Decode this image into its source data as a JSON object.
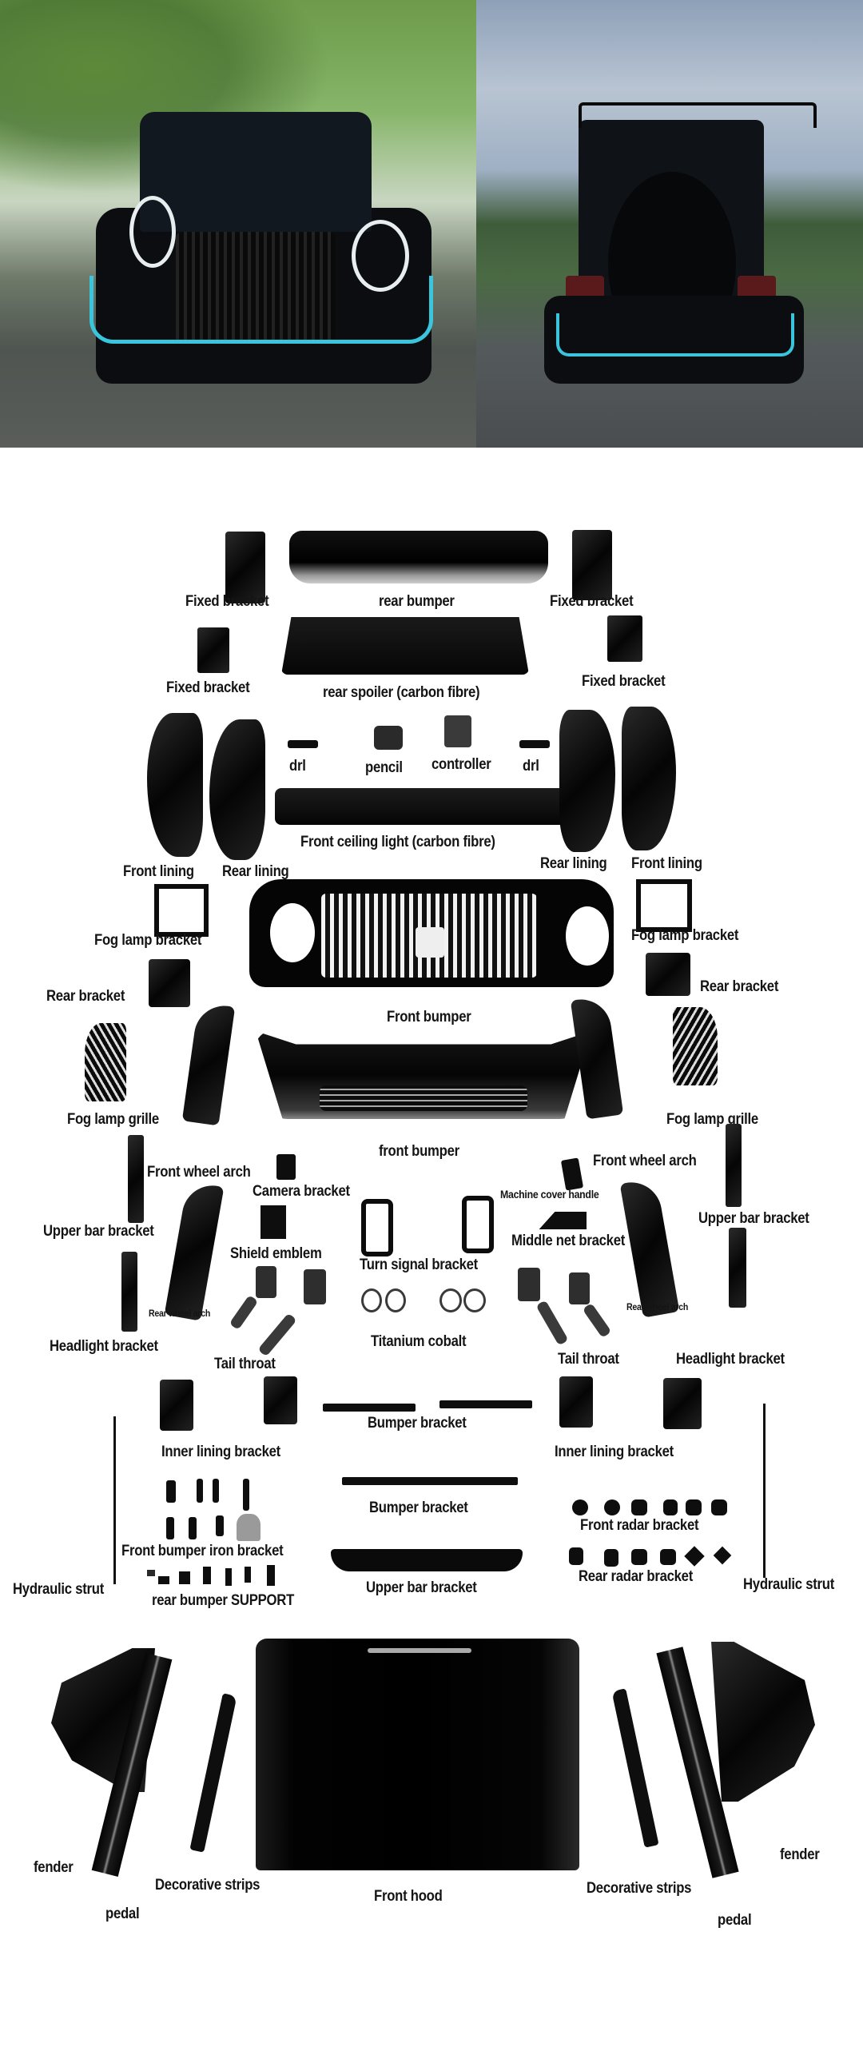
{
  "hero": {
    "front_photo_alt": "Black off-road SUV front view with teal-accented bumper",
    "rear_photo_alt": "Black off-road SUV rear view with spare wheel and roof rack",
    "accent_color": "#39c6dd"
  },
  "labels": {
    "fixed_bracket_tl": "Fixed bracket",
    "rear_bumper": "rear bumper",
    "fixed_bracket_tr": "Fixed bracket",
    "fixed_bracket_ml": "Fixed bracket",
    "rear_spoiler": "rear spoiler  (carbon fibre)",
    "fixed_bracket_mr": "Fixed bracket",
    "drl_left": "drl",
    "pencil": "pencil",
    "controller": "controller",
    "drl_right": "drl",
    "front_ceiling_light": "Front ceiling light  (carbon fibre)",
    "front_lining_left": "Front lining",
    "rear_lining_left": "Rear lining",
    "rear_lining_right": "Rear lining",
    "front_lining_right": "Front lining",
    "fog_lamp_bracket_left": "Fog lamp bracket",
    "fog_lamp_bracket_right": "Fog lamp bracket",
    "rear_bracket_left": "Rear bracket",
    "rear_bracket_right": "Rear bracket",
    "front_bumper_grille": "Front bumper",
    "fog_lamp_grille_left": "Fog lamp grille",
    "fog_lamp_grille_right": "Fog lamp grille",
    "front_bumper_lower": "front bumper",
    "front_wheel_arch_left": "Front wheel arch",
    "front_wheel_arch_right": "Front wheel arch",
    "camera_bracket": "Camera bracket",
    "machine_cover_handle": "Machine cover handle",
    "upper_bar_bracket_left": "Upper bar bracket",
    "upper_bar_bracket_right": "Upper bar bracket",
    "shield_emblem": "Shield emblem",
    "middle_net_bracket": "Middle net bracket",
    "turn_signal_bracket": "Turn signal bracket",
    "rear_wheel_arch_left": "Rear wheel arch",
    "rear_wheel_arch_right": "Rear wheel arch",
    "headlight_bracket_left": "Headlight bracket",
    "headlight_bracket_right": "Headlight bracket",
    "titanium_cobalt": "Titanium cobalt",
    "tail_throat_left": "Tail throat",
    "tail_throat_right": "Tail throat",
    "bumper_bracket_top": "Bumper bracket",
    "inner_lining_bracket_left": "Inner lining bracket",
    "inner_lining_bracket_right": "Inner lining bracket",
    "bumper_bracket_mid": "Bumper bracket",
    "front_radar_bracket": "Front radar bracket",
    "front_bumper_iron_bracket": "Front bumper iron bracket",
    "rear_radar_bracket": "Rear radar bracket",
    "hydraulic_strut_left": "Hydraulic strut",
    "hydraulic_strut_right": "Hydraulic strut",
    "rear_bumper_support": "rear bumper SUPPORT",
    "upper_bar_bracket_center": "Upper bar bracket",
    "fender_left": "fender",
    "fender_right": "fender",
    "decorative_strips_left": "Decorative strips",
    "decorative_strips_right": "Decorative strips",
    "front_hood": "Front hood",
    "pedal_left": "pedal",
    "pedal_right": "pedal"
  }
}
